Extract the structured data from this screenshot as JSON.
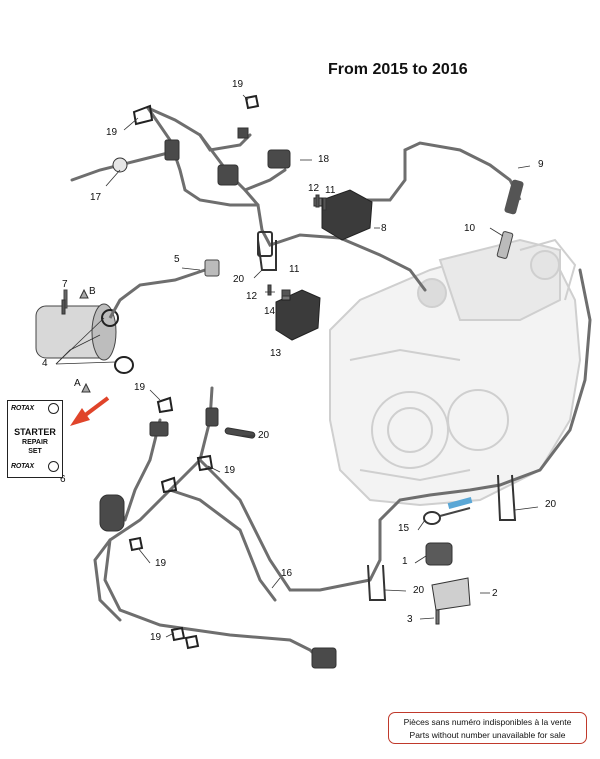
{
  "title": "From 2015 to 2016",
  "callouts": {
    "c1": "1",
    "c2": "2",
    "c3": "3",
    "c4": "4",
    "c5": "5",
    "c6": "6",
    "c7": "7",
    "c8": "8",
    "c9": "9",
    "c10": "10",
    "c11a": "11",
    "c11b": "11",
    "c12a": "12",
    "c12b": "12",
    "c13": "13",
    "c14": "14",
    "c15": "15",
    "c16": "16",
    "c17": "17",
    "c18": "18",
    "c19a": "19",
    "c19b": "19",
    "c19c": "19",
    "c19d": "19",
    "c19e": "19",
    "c19f": "19",
    "c20a": "20",
    "c20b": "20",
    "c20c": "20",
    "c20d": "20",
    "cA": "A",
    "cB": "B"
  },
  "repair_card": {
    "brand": "ROTAX",
    "line1": "STARTER",
    "line2": "REPAIR",
    "line3": "SET"
  },
  "notice": {
    "line_fr": "Pièces sans numéro indisponibles à la vente",
    "line_en": "Parts without number unavailable for sale"
  },
  "colors": {
    "harness": "#7a7a7a",
    "part_dark": "#3a3a3a",
    "engine_ghost": "#d6d6d6",
    "arrow": "#e0442a",
    "notice_border": "#c0392b",
    "highlight": "#5aa7d6"
  }
}
